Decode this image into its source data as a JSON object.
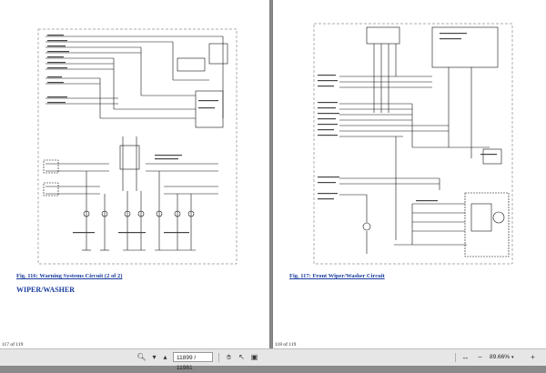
{
  "left_page": {
    "caption": "Fig. 116: Warning Systems Circuit (2 of 2)",
    "heading": "WIPER/WASHER",
    "page_number": "117 of 119"
  },
  "right_page": {
    "caption": "Fig. 117: Front Wiper/Washer Circuit",
    "page_number": "118 of 119"
  },
  "toolbar": {
    "page_field": "11899 / 11981",
    "zoom_level": "89.66%",
    "icons": [
      "search-icon",
      "chevron-down-icon",
      "chevron-up-icon",
      "page-field",
      "hand-tool-icon",
      "select-arrow-icon",
      "image-icon",
      "fit-width-icon",
      "zoom-out-icon",
      "zoom-level",
      "zoom-in-icon"
    ]
  },
  "colors": {
    "caption_link": "#1a3c9e",
    "toolbar_bg": "#e6e6e6",
    "viewer_bg": "#909090"
  }
}
